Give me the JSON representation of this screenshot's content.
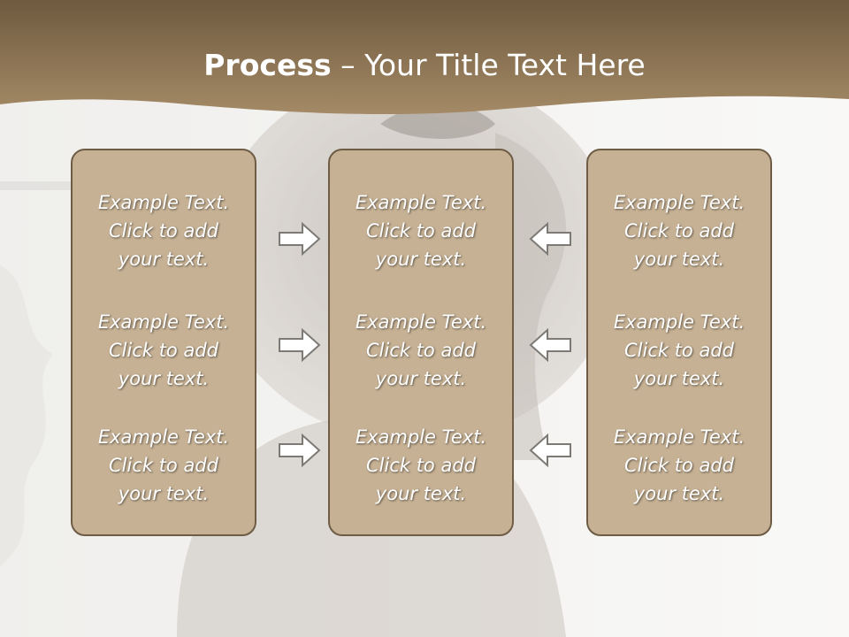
{
  "title": {
    "bold": "Process",
    "rest": " – Your Title Text Here"
  },
  "colors": {
    "title_band": "#8a6f4c",
    "panel_fill": "#c6b194",
    "panel_border": "#6e5c45",
    "arrow_fill": "#ffffff",
    "arrow_stroke": "#7d7a76"
  },
  "panels": [
    {
      "name": "left",
      "blocks": [
        {
          "line1": "Example Text.",
          "line2": "Click  to add",
          "line3": "your text."
        },
        {
          "line1": "Example Text.",
          "line2": "Click  to add",
          "line3": "your text."
        },
        {
          "line1": "Example Text.",
          "line2": "Click  to add",
          "line3": "your text."
        }
      ]
    },
    {
      "name": "middle",
      "blocks": [
        {
          "line1": "Example Text.",
          "line2": "Click  to add",
          "line3": "your text."
        },
        {
          "line1": "Example Text.",
          "line2": "Click  to add",
          "line3": "your text."
        },
        {
          "line1": "Example Text.",
          "line2": "Click  to add",
          "line3": "your text."
        }
      ]
    },
    {
      "name": "right",
      "blocks": [
        {
          "line1": "Example Text.",
          "line2": "Click  to add",
          "line3": "your text."
        },
        {
          "line1": "Example Text.",
          "line2": "Click  to add",
          "line3": "your text."
        },
        {
          "line1": "Example Text.",
          "line2": "Click  to add",
          "line3": "your text."
        }
      ]
    }
  ],
  "arrows": {
    "left_column": [
      "arrow-right-icon",
      "arrow-right-icon",
      "arrow-right-icon"
    ],
    "right_column": [
      "arrow-left-icon",
      "arrow-left-icon",
      "arrow-left-icon"
    ]
  }
}
